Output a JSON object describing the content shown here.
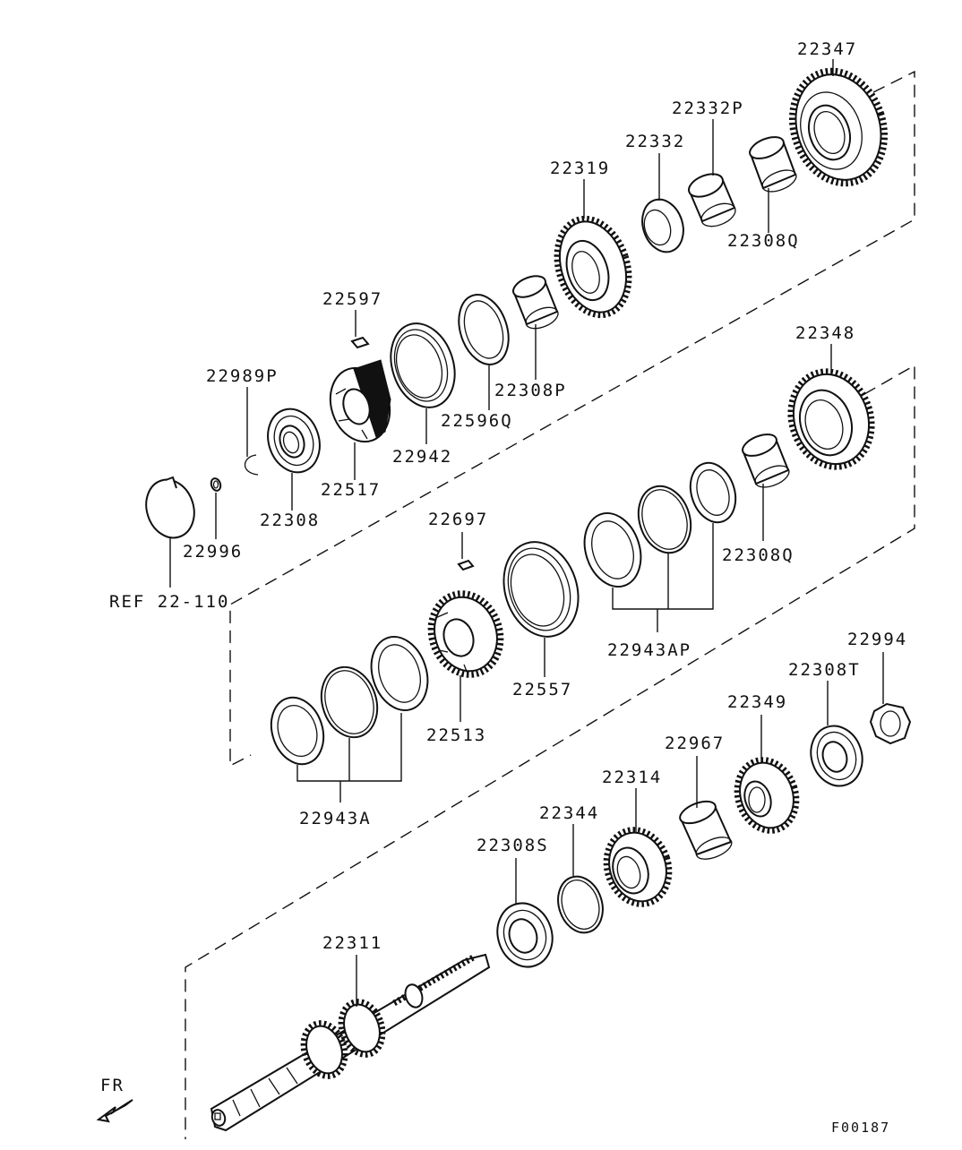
{
  "diagram": {
    "parts": [
      {
        "id": "p22347",
        "label": "22347"
      },
      {
        "id": "p22332p",
        "label": "22332P"
      },
      {
        "id": "p22332",
        "label": "22332"
      },
      {
        "id": "p22319",
        "label": "22319"
      },
      {
        "id": "p22308q_top",
        "label": "22308Q"
      },
      {
        "id": "p22597",
        "label": "22597"
      },
      {
        "id": "p22989p",
        "label": "22989P"
      },
      {
        "id": "p22308p",
        "label": "22308P"
      },
      {
        "id": "p22596q",
        "label": "22596Q"
      },
      {
        "id": "p22942",
        "label": "22942"
      },
      {
        "id": "p22517",
        "label": "22517"
      },
      {
        "id": "p22308",
        "label": "22308"
      },
      {
        "id": "p22996",
        "label": "22996"
      },
      {
        "id": "p22348",
        "label": "22348"
      },
      {
        "id": "p22697",
        "label": "22697"
      },
      {
        "id": "p22308q_mid",
        "label": "22308Q"
      },
      {
        "id": "p22943ap",
        "label": "22943AP"
      },
      {
        "id": "p22557",
        "label": "22557"
      },
      {
        "id": "p22513",
        "label": "22513"
      },
      {
        "id": "p22943a",
        "label": "22943A"
      },
      {
        "id": "p22994",
        "label": "22994"
      },
      {
        "id": "p22308t",
        "label": "22308T"
      },
      {
        "id": "p22349",
        "label": "22349"
      },
      {
        "id": "p22967",
        "label": "22967"
      },
      {
        "id": "p22314",
        "label": "22314"
      },
      {
        "id": "p22344",
        "label": "22344"
      },
      {
        "id": "p22308s",
        "label": "22308S"
      },
      {
        "id": "p22311",
        "label": "22311"
      }
    ],
    "ref_label": "REF 22-110",
    "direction_label": "FR",
    "figure_code": "F00187"
  }
}
